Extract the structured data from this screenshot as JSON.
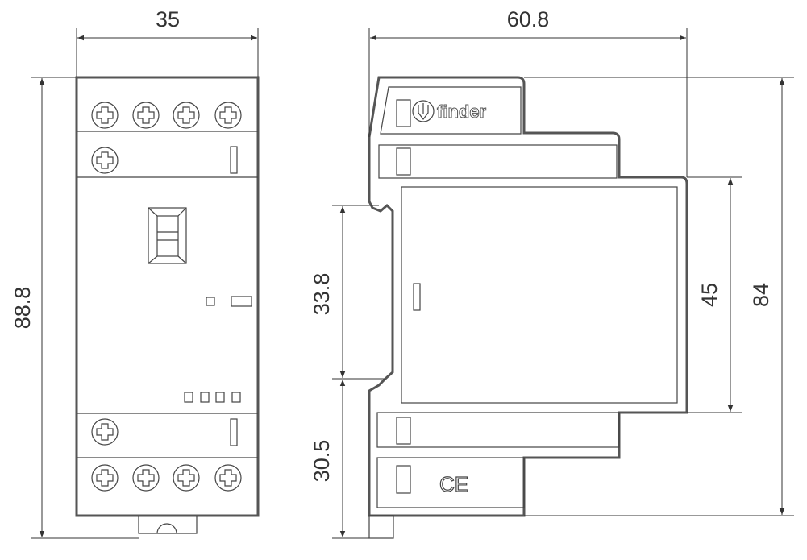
{
  "dimensions": {
    "front_width": "35",
    "front_height": "88.8",
    "side_depth": "60.8",
    "rail_section": "33.8",
    "lower_section": "30.5",
    "front_face_height": "45",
    "side_height": "84"
  },
  "markings": {
    "brand": "finder",
    "certification": "CE"
  },
  "colors": {
    "line": "#555555",
    "background": "#ffffff"
  }
}
